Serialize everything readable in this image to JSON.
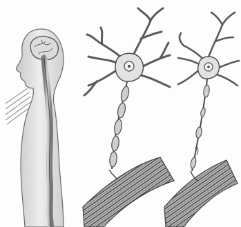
{
  "illustration": {
    "panels": [
      {
        "name": "human-figure",
        "shows": "brain-and-spinal-cord"
      },
      {
        "name": "healthy-neuron",
        "myelin": "intact"
      },
      {
        "name": "damaged-neuron",
        "myelin": "damaged"
      }
    ],
    "colors": {
      "background": "#fdfdfd",
      "stroke": "#4a4a4a",
      "fill_light": "#d8d8d8",
      "fill_mid": "#9a9a9a",
      "muscle": "#5a5a5a"
    }
  }
}
